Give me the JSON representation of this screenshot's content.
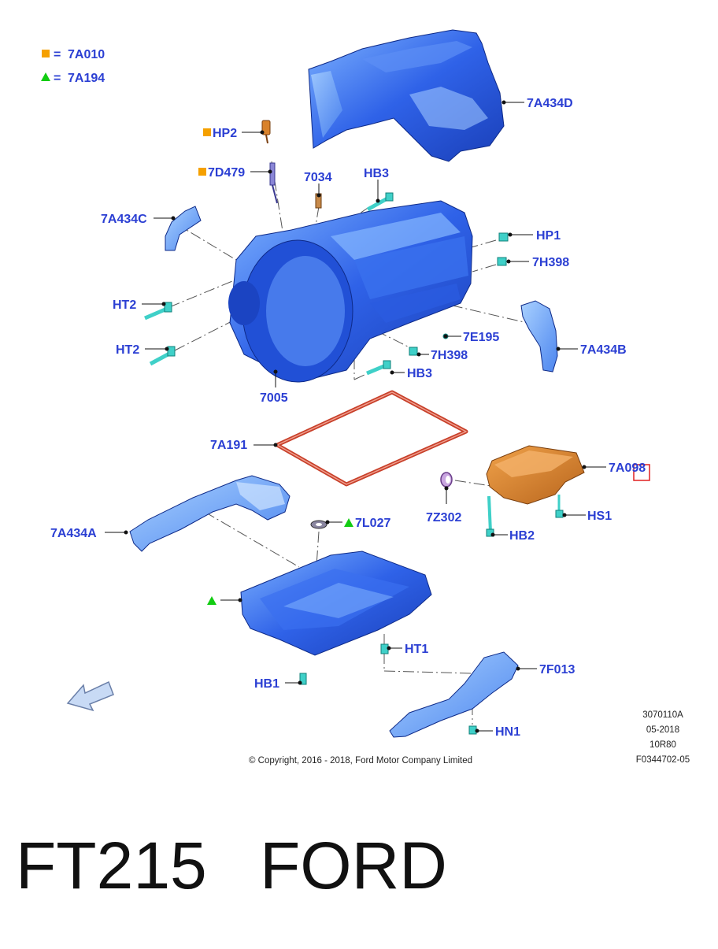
{
  "legend": {
    "square_code": "7A010",
    "triangle_code": "7A194",
    "square_color": "#f5a000",
    "triangle_color": "#12cc12",
    "equals": "="
  },
  "callouts": {
    "hp2": "HP2",
    "c7d479": "7D479",
    "c7034": "7034",
    "hb3_top": "HB3",
    "c7a434d": "7A434D",
    "c7a434c": "7A434C",
    "hp1": "HP1",
    "c7h398_right": "7H398",
    "ht2_upper": "HT2",
    "ht2_lower": "HT2",
    "c7e195": "7E195",
    "c7h398_lower": "7H398",
    "c7a434b": "7A434B",
    "hb3_lower": "HB3",
    "c7005": "7005",
    "c7a191": "7A191",
    "c7a098": "7A098",
    "c7z302": "7Z302",
    "hs1": "HS1",
    "hb2": "HB2",
    "c7a434a": "7A434A",
    "c7l027": "7L027",
    "ht1": "HT1",
    "c7f013": "7F013",
    "hb1": "HB1",
    "hn1": "HN1"
  },
  "info_block": {
    "line1": "3070110A",
    "line2": "05-2018",
    "line3": "10R80",
    "line4": "F0344702-05"
  },
  "copyright": "© Copyright, 2016 - 2018, Ford Motor Company Limited",
  "footer": {
    "code": "FT215",
    "brand": "FORD"
  },
  "colors": {
    "callout": "#2b3fd3",
    "part_blue": "#2f62e8",
    "fastener": "#3fd0c8",
    "gasket": "#c8402a",
    "valve_body": "#d9822b",
    "highlight": "#e02020"
  },
  "icons": [
    "orientation-arrow-icon",
    "legend-square-icon",
    "legend-triangle-icon"
  ]
}
